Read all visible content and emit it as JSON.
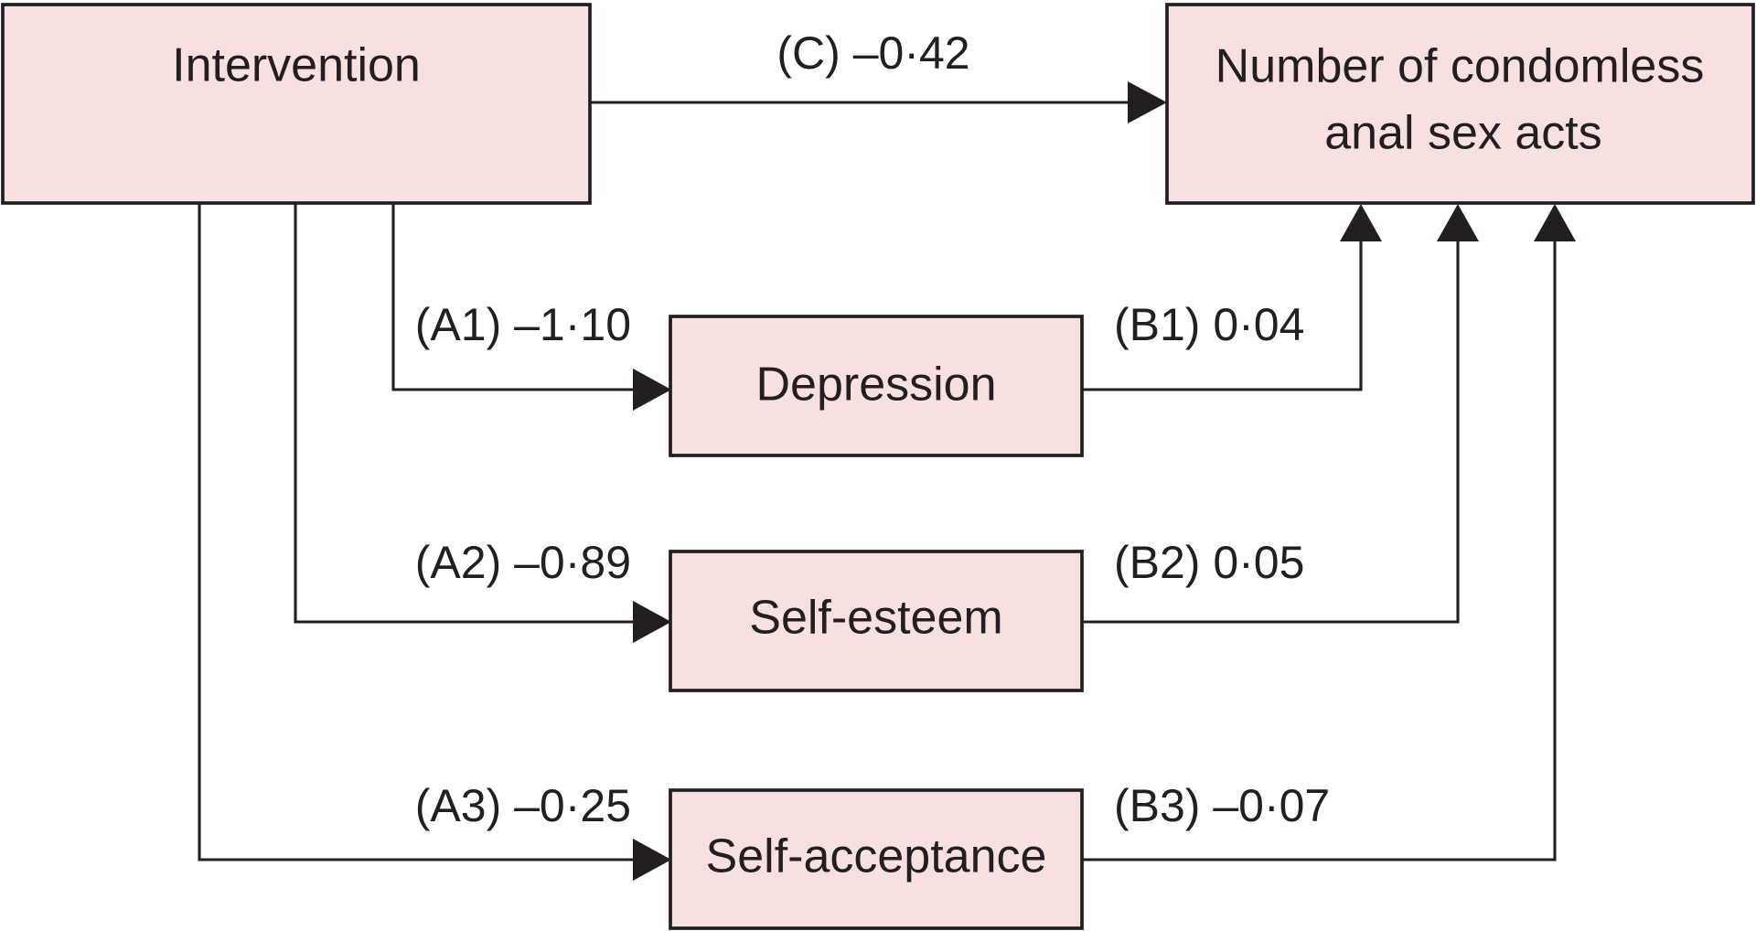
{
  "diagram": {
    "nodes": {
      "intervention": "Intervention",
      "outcome_line1": "Number of condomless",
      "outcome_line2": "anal sex acts",
      "depression": "Depression",
      "self_esteem": "Self-esteem",
      "self_acceptance": "Self-acceptance"
    },
    "paths": {
      "c": "(C) –0·42",
      "a1": "(A1) –1·10",
      "a2": "(A2) –0·89",
      "a3": "(A3) –0·25",
      "b1": "(B1) 0·04",
      "b2": "(B2) 0·05",
      "b3": "(B3) –0·07"
    },
    "colors": {
      "box_fill": "#f6e0e0",
      "stroke": "#231f20"
    }
  }
}
